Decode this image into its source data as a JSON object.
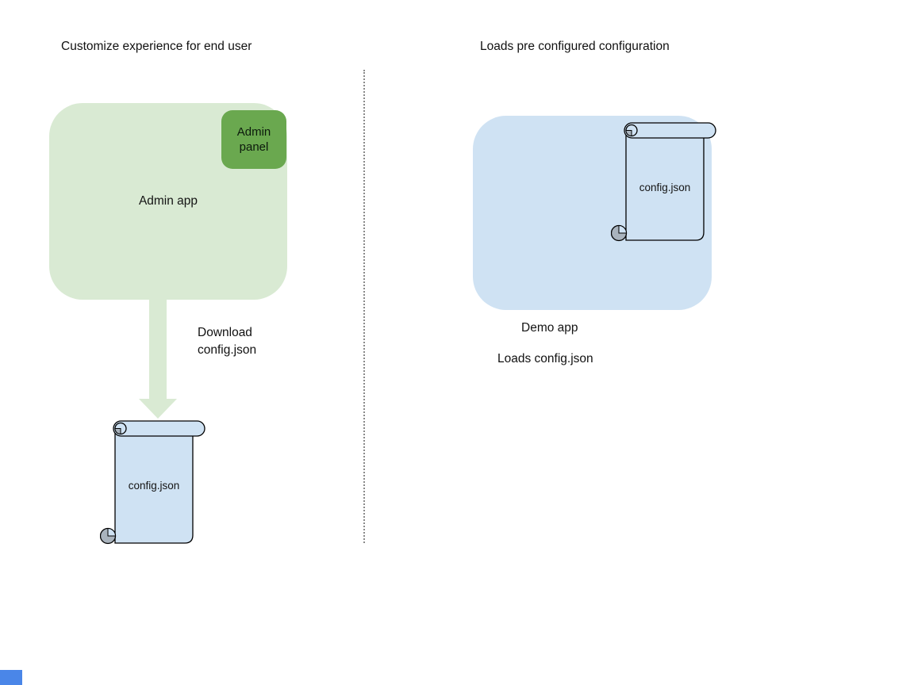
{
  "diagram": {
    "left": {
      "title": "Customize experience for end user",
      "admin_app": {
        "label": "Admin app"
      },
      "admin_panel": {
        "label": "Admin panel"
      },
      "download_arrow": {
        "label": "Download\nconfig.json"
      },
      "config_file": {
        "label": "config.json"
      }
    },
    "right": {
      "title": "Loads pre configured configuration",
      "demo_app": {
        "label": "Demo app"
      },
      "config_file": {
        "label": "config.json"
      },
      "caption": "Loads config.json"
    },
    "colors": {
      "admin_app_green": "#d9ead3",
      "admin_panel_green": "#6aa84f",
      "demo_app_blue": "#cfe2f3",
      "scroll_file_blue": "#cfe2f3",
      "scroll_curl_gray": "#a9b3bd",
      "shape_outline": "#000000",
      "divider_gray": "#8a8a8a",
      "corner_marker_blue": "#4a86e8",
      "text": "#111111"
    }
  }
}
